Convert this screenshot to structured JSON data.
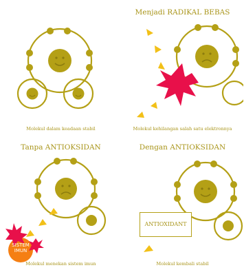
{
  "colors": {
    "primary": "#b4a016",
    "dark": "#8c7c0e",
    "arrow": "#f2c018",
    "burst": "#e8104a",
    "orange": "#f57f13"
  },
  "panels": [
    {
      "title": "",
      "caption": "Molekul dalam keadaan stabil"
    },
    {
      "title": "Menjadi RADIKAL BEBAS",
      "caption": "Molekul kehilangan salah satu elektronnya"
    },
    {
      "title": "Tanpa ANTIOKSIDAN",
      "caption": "Molekul menekan sistem imun"
    },
    {
      "title": "Dengan ANTIOKSIDAN",
      "caption": "Molekul kembali stabil",
      "box_label": "ANTIOXIDANT"
    }
  ],
  "immune_label_line1": "SISTEM",
  "immune_label_line2": "IMUN"
}
